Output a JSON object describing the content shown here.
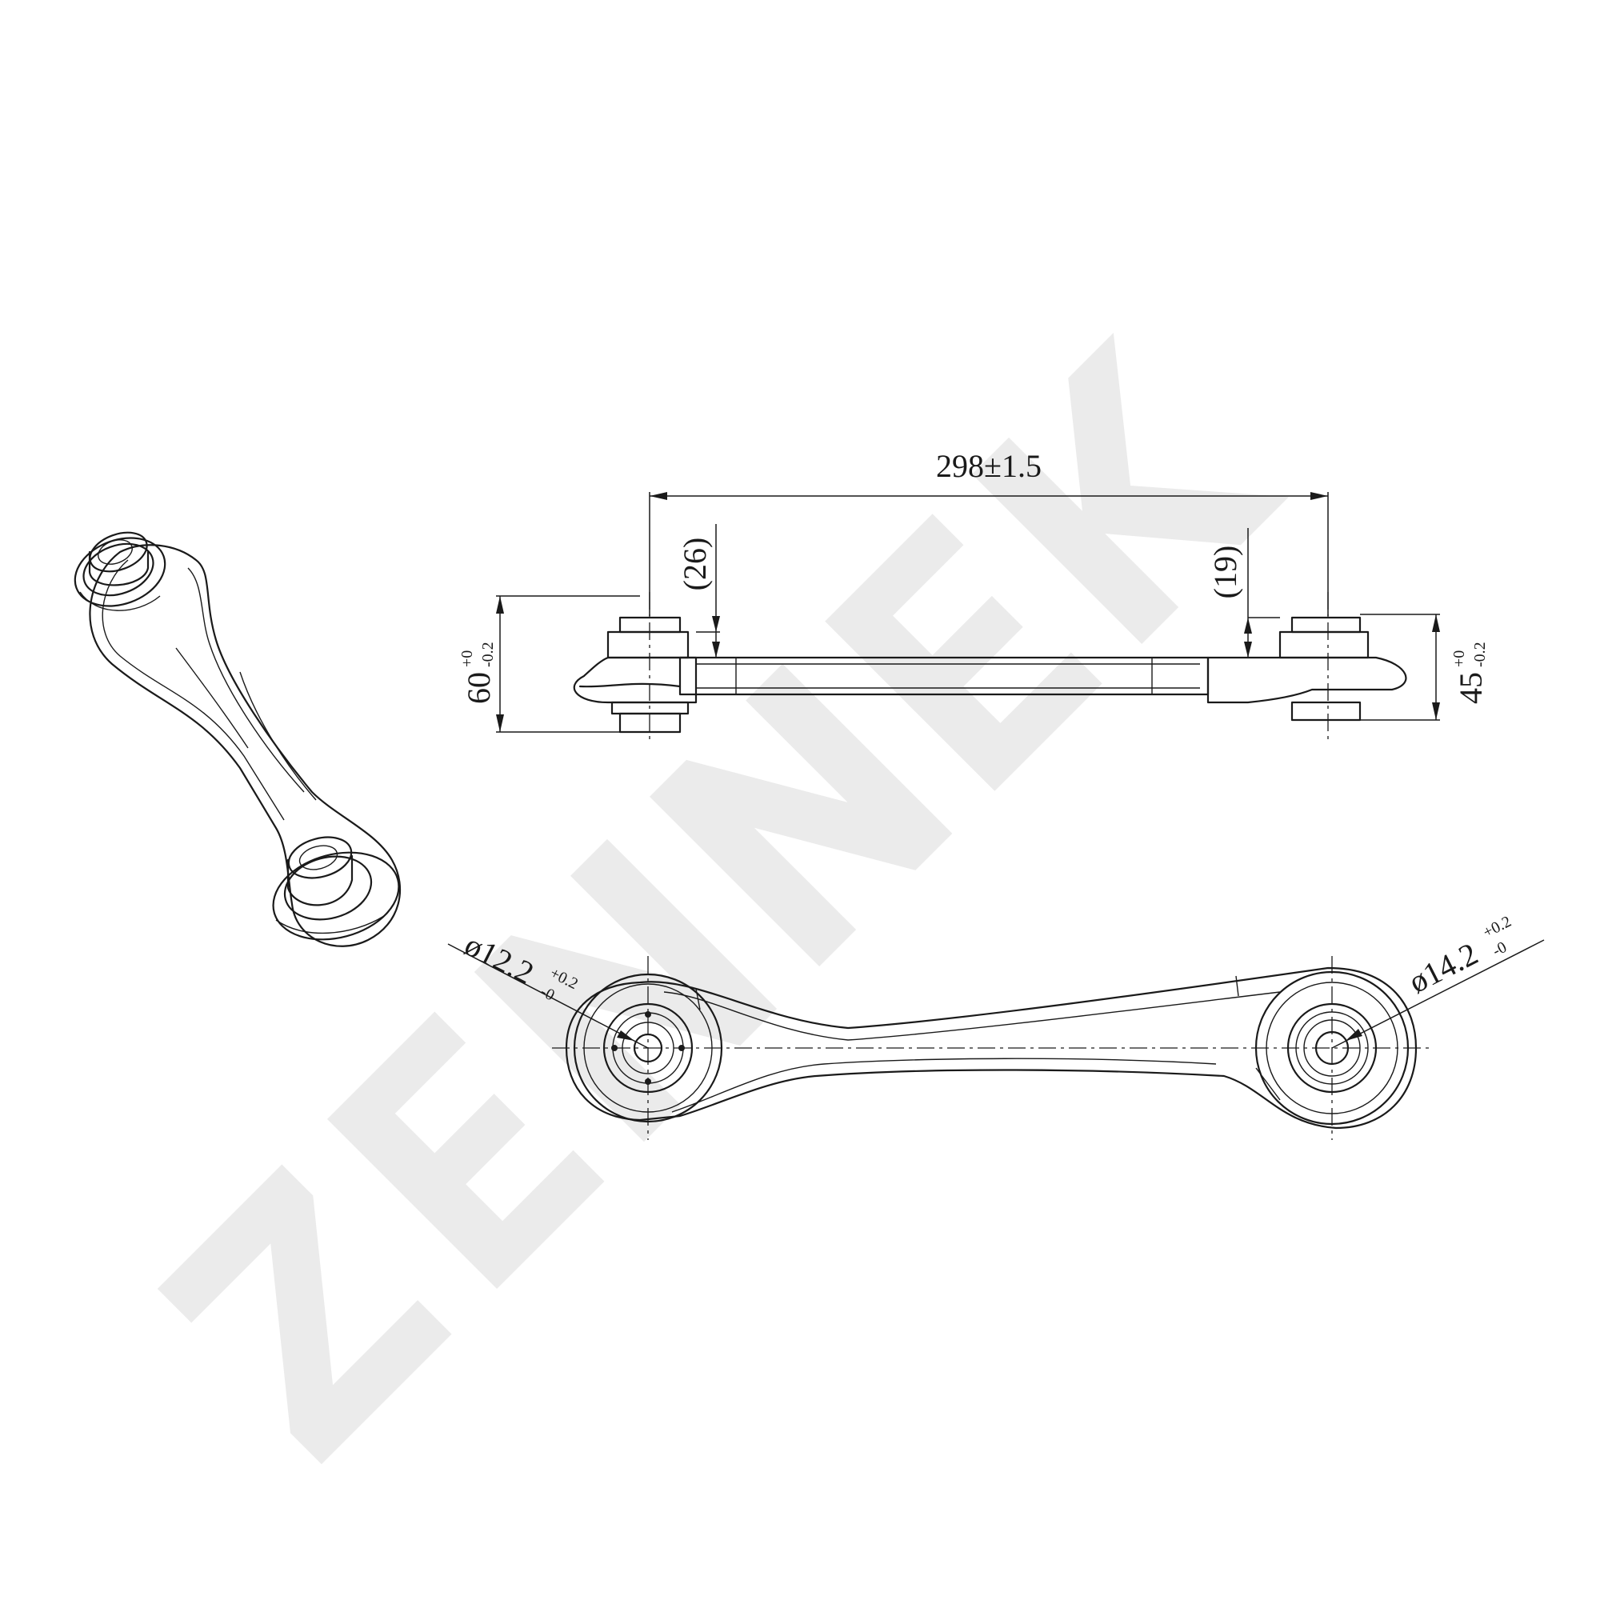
{
  "watermark": {
    "brand": "ZENNEK"
  },
  "dimensions": {
    "length": "298±1.5",
    "left_offset": "(26)",
    "right_offset": "(19)",
    "left_height": {
      "nominal": "60",
      "upper": "+0",
      "lower": "-0.2"
    },
    "right_height": {
      "nominal": "45",
      "upper": "+0",
      "lower": "-0.2"
    },
    "left_bore": {
      "nominal": "ø12.2",
      "upper": "+0.2",
      "lower": "-0"
    },
    "right_bore": {
      "nominal": "ø14.2",
      "upper": "+0.2",
      "lower": "-0"
    }
  }
}
